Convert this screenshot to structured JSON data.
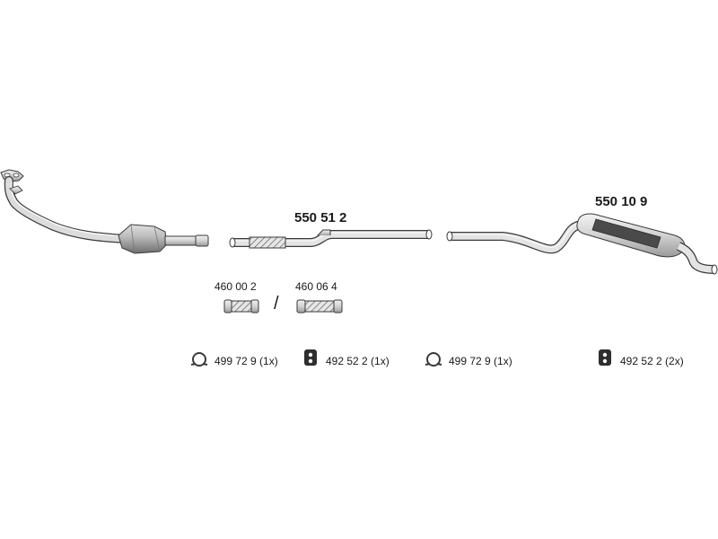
{
  "parts": {
    "front_pipe_label": "550 51 2",
    "rear_silencer_label": "550 10 9",
    "flex_a_label": "460 00 2",
    "flex_b_label": "460 06 4",
    "flex_separator": "/"
  },
  "fittings": [
    {
      "label": "499 72 9 (1x)",
      "icon": "clamp-ring-icon"
    },
    {
      "label": "492 52 2 (1x)",
      "icon": "rubber-hanger-icon"
    },
    {
      "label": "499 72 9 (1x)",
      "icon": "clamp-ring-icon"
    },
    {
      "label": "492 52 2 (2x)",
      "icon": "rubber-hanger-icon"
    }
  ],
  "colors": {
    "outline": "#3a3a3a",
    "metal_light": "#e8e8e8",
    "metal_mid": "#c4c4c4",
    "metal_dark": "#7a7a7a",
    "silencer_band": "#4a4a4a"
  }
}
